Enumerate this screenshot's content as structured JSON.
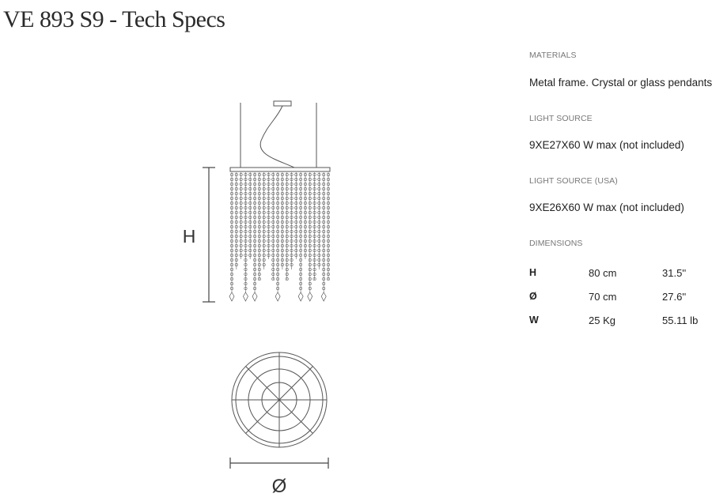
{
  "page": {
    "title": "VE 893 S9 - Tech Specs"
  },
  "drawing": {
    "height_marker": "H",
    "diameter_marker": "Ø"
  },
  "specs": {
    "materials": {
      "label": "MATERIALS",
      "value": "Metal frame. Crystal or glass pendants"
    },
    "light_source": {
      "label": "LIGHT SOURCE",
      "value": "9XE27X60 W max (not included)"
    },
    "light_source_usa": {
      "label": "LIGHT SOURCE (USA)",
      "value": "9XE26X60 W max (not included)"
    },
    "dimensions": {
      "label": "DIMENSIONS",
      "rows": [
        {
          "key": "H",
          "metric": "80 cm",
          "imperial": "31.5''"
        },
        {
          "key": "Ø",
          "metric": "70 cm",
          "imperial": "27.6''"
        },
        {
          "key": "W",
          "metric": "25 Kg",
          "imperial": "55.11 lb"
        }
      ]
    }
  },
  "colors": {
    "line": "#555555",
    "text": "#222222",
    "label": "#777777"
  }
}
